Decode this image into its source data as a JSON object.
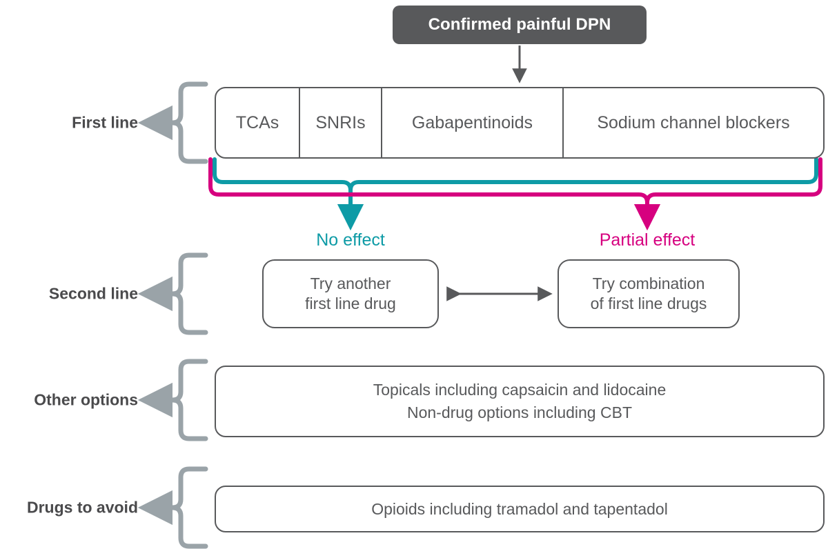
{
  "diagram": {
    "title_node": {
      "label": "Confirmed painful DPN"
    },
    "row_labels": {
      "first_line": "First line",
      "second_line": "Second line",
      "other_options": "Other options",
      "drugs_to_avoid": "Drugs to avoid"
    },
    "first_line": {
      "options": [
        {
          "label": "TCAs"
        },
        {
          "label": "SNRIs"
        },
        {
          "label": "Gabapentinoids"
        },
        {
          "label": "Sodium channel blockers"
        }
      ]
    },
    "branches": {
      "no_effect": {
        "label": "No effect",
        "color": "#0E9BA6"
      },
      "partial_effect": {
        "label": "Partial effect",
        "color": "#D6007F"
      }
    },
    "second_line": {
      "left": {
        "line1": "Try another",
        "line2": "first line drug"
      },
      "right": {
        "line1": "Try combination",
        "line2": "of first line drugs"
      }
    },
    "other_options": {
      "line1": "Topicals including capsaicin and lidocaine",
      "line2": "Non-drug options including CBT"
    },
    "drugs_to_avoid": {
      "line1": "Opioids including tramadol and tapentadol"
    },
    "colors": {
      "dark_gray": "#58595B",
      "brace_gray": "#9AA3A8",
      "teal": "#0E9BA6",
      "magenta": "#D6007F",
      "background": "#FFFFFF"
    }
  }
}
